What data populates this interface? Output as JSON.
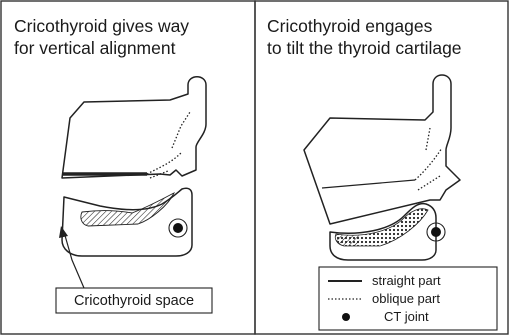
{
  "panels": [
    {
      "title_line1": "Cricothyroid gives way",
      "title_line2": "for vertical alignment"
    },
    {
      "title_line1": "Cricothyroid engages",
      "title_line2": "to tilt the thyroid cartilage"
    }
  ],
  "callout": {
    "label": "Cricothyroid space"
  },
  "legend": {
    "items": [
      {
        "symbol": "solid-line",
        "label": "straight part"
      },
      {
        "symbol": "dotted-line",
        "label": "oblique part"
      },
      {
        "symbol": "filled-dot",
        "label": "CT joint"
      }
    ]
  }
}
